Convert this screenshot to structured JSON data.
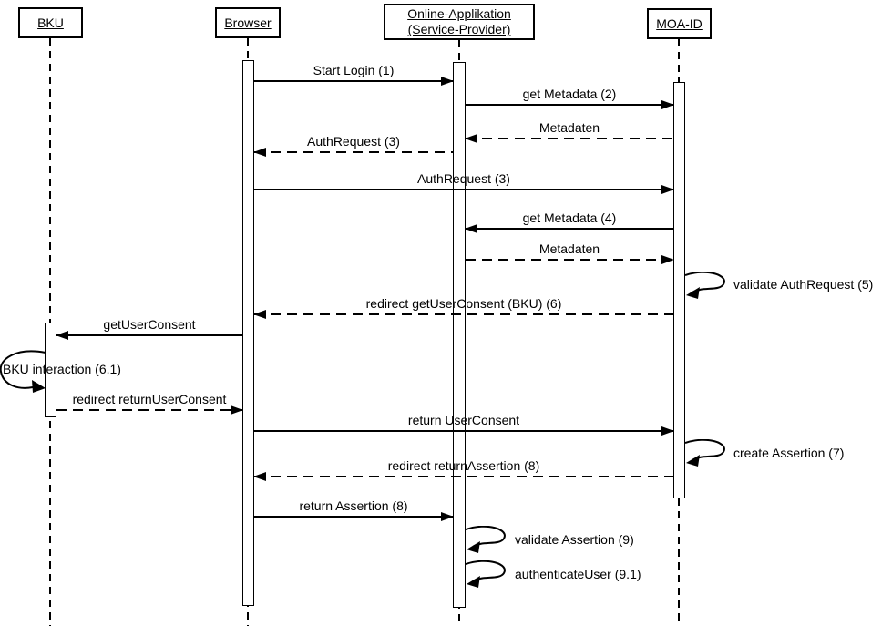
{
  "actors": [
    {
      "id": "bku",
      "label": "BKU"
    },
    {
      "id": "browser",
      "label": "Browser"
    },
    {
      "id": "online-applikation",
      "label": "Online-Applikation (Service-Provider)"
    },
    {
      "id": "moa-id",
      "label": "MOA-ID"
    }
  ],
  "messages": [
    {
      "label": "Start Login (1)",
      "from": "Browser",
      "to": "Online-Applikation (Service-Provider)",
      "style": "solid"
    },
    {
      "label": "get Metadata (2)",
      "from": "Online-Applikation (Service-Provider)",
      "to": "MOA-ID",
      "style": "solid"
    },
    {
      "label": "Metadaten",
      "from": "MOA-ID",
      "to": "Online-Applikation (Service-Provider)",
      "style": "dashed"
    },
    {
      "label": "AuthRequest (3)",
      "from": "Online-Applikation (Service-Provider)",
      "to": "Browser",
      "style": "dashed"
    },
    {
      "label": "AuthRequest (3)",
      "from": "Browser",
      "to": "MOA-ID",
      "style": "solid"
    },
    {
      "label": "get Metadata (4)",
      "from": "MOA-ID",
      "to": "Online-Applikation (Service-Provider)",
      "style": "solid"
    },
    {
      "label": "Metadaten",
      "from": "Online-Applikation (Service-Provider)",
      "to": "MOA-ID",
      "style": "dashed"
    },
    {
      "label": "redirect getUserConsent (BKU) (6)",
      "from": "MOA-ID",
      "to": "Browser",
      "style": "dashed"
    },
    {
      "label": "getUserConsent",
      "from": "Browser",
      "to": "BKU",
      "style": "solid"
    },
    {
      "label": "redirect returnUserConsent",
      "from": "BKU",
      "to": "Browser",
      "style": "dashed"
    },
    {
      "label": "return UserConsent",
      "from": "Browser",
      "to": "MOA-ID",
      "style": "solid"
    },
    {
      "label": "redirect returnAssertion (8)",
      "from": "MOA-ID",
      "to": "Browser",
      "style": "dashed"
    },
    {
      "label": "return Assertion (8)",
      "from": "Browser",
      "to": "Online-Applikation (Service-Provider)",
      "style": "solid"
    }
  ],
  "self_messages": [
    {
      "label": "validate AuthRequest (5)",
      "actor": "MOA-ID"
    },
    {
      "label": "BKU interaction (6.1)",
      "actor": "BKU"
    },
    {
      "label": "create Assertion (7)",
      "actor": "MOA-ID"
    },
    {
      "label": "validate Assertion (9)",
      "actor": "Online-Applikation (Service-Provider)"
    },
    {
      "label": "authenticateUser (9.1)",
      "actor": "Online-Applikation (Service-Provider)"
    }
  ],
  "colors": {
    "line": "#000000",
    "background": "#ffffff"
  }
}
